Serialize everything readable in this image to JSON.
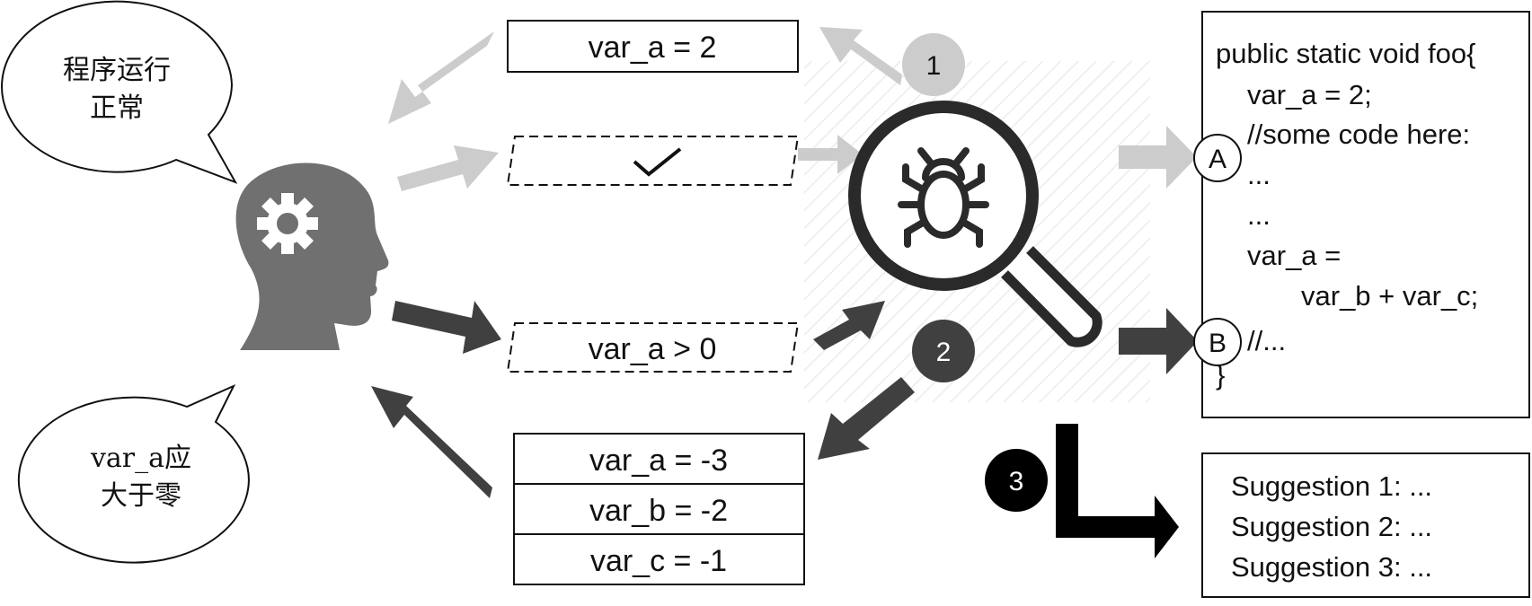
{
  "bubbles": {
    "top": [
      "程序运行",
      "正常"
    ],
    "bottom": [
      "var_a应",
      "大于零"
    ]
  },
  "boxes": {
    "assign": "var_a = 2",
    "condition": "var_a > 0",
    "values": [
      "var_a = -3",
      "var_b = -2",
      "var_c = -1"
    ]
  },
  "steps": {
    "one": "1",
    "two": "2",
    "three": "3"
  },
  "markers": {
    "a": "A",
    "b": "B"
  },
  "code": {
    "lines": [
      "public static void foo{",
      "var_a = 2;",
      "//some code here:",
      "...",
      "...",
      "var_a =",
      "var_b + var_c;",
      "//...",
      "}"
    ]
  },
  "suggestions": [
    "Suggestion 1: ...",
    "Suggestion 2: ...",
    "Suggestion 3: ..."
  ],
  "icons": {
    "head": "head-gear-icon",
    "bug": "bug-magnifier-icon",
    "check": "checkmark-icon"
  },
  "colors": {
    "light_arrow": "#cccccc",
    "dark_arrow": "#404040",
    "head": "#707070",
    "black": "#000000"
  }
}
